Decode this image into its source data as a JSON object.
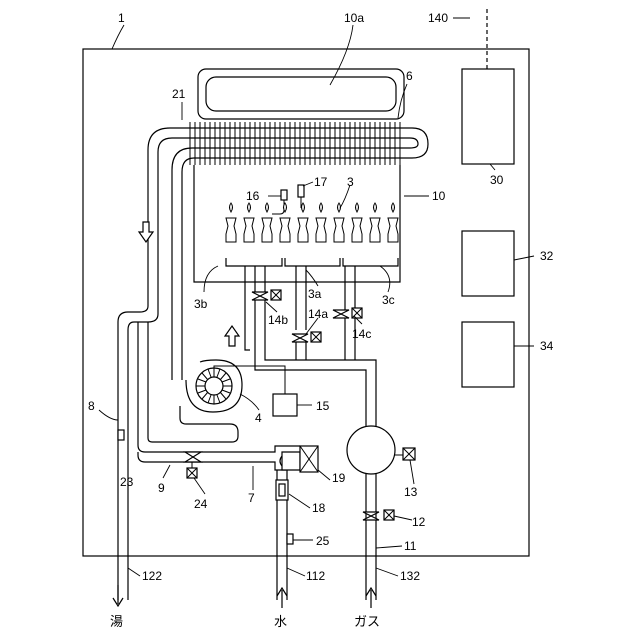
{
  "labels": {
    "housing": "1",
    "hx_top": "10a",
    "controller_signal": "140",
    "exchanger": "6",
    "sensor_21": "21",
    "sensor_16": "16",
    "sensor_17": "17",
    "burners": "3",
    "combustion_box": "10",
    "unit_30": "30",
    "unit_32": "32",
    "unit_34": "34",
    "burner_3b": "3b",
    "burner_3a": "3a",
    "burner_3c": "3c",
    "valve_14b": "14b",
    "valve_14a": "14a",
    "valve_14c": "14c",
    "fan": "4",
    "motor": "15",
    "pipe_8": "8",
    "sensor_23": "23",
    "pipe_9": "9",
    "valve_24": "24",
    "pipe_7": "7",
    "device_19": "19",
    "chamber_13": "13",
    "sensor_18": "18",
    "valve_12": "12",
    "sensor_25": "25",
    "pipe_11": "11",
    "port_122": "122",
    "port_112": "112",
    "port_132": "132"
  },
  "outlets": {
    "hot_water": "湯",
    "water": "水",
    "gas": "ガス"
  }
}
